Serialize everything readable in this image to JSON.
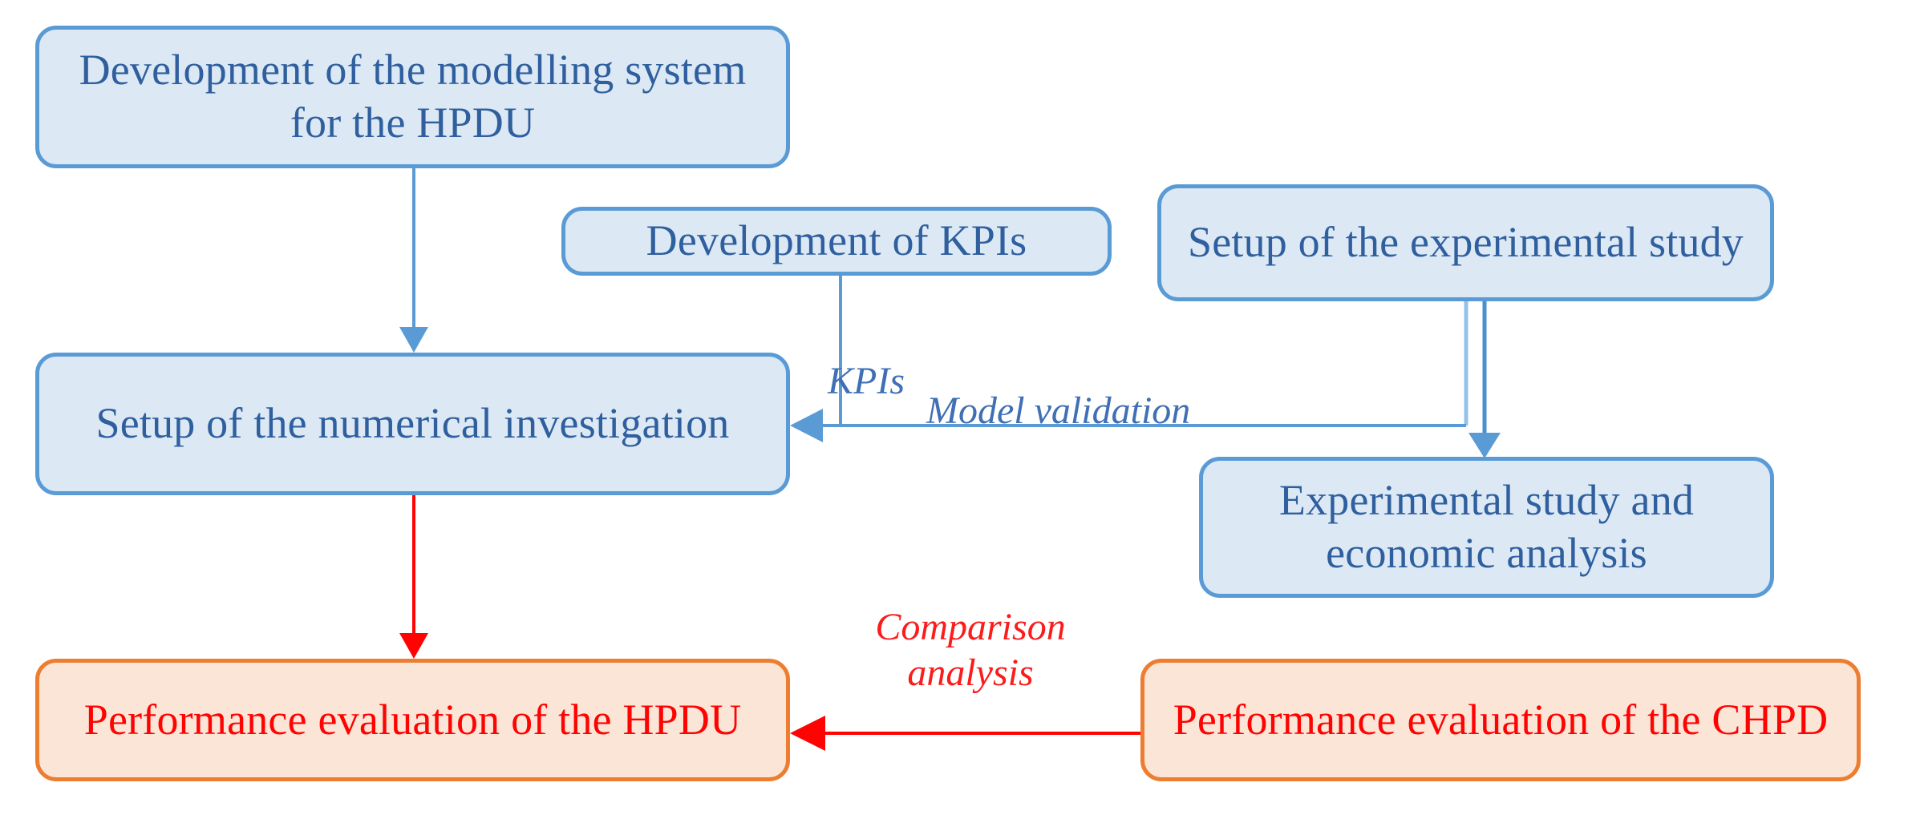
{
  "diagram": {
    "title": "Research methodology flowchart",
    "palette": {
      "blue_fill": "#dce9f5",
      "blue_border": "#5b9bd5",
      "blue_text": "#2f5f9e",
      "orange_fill": "#fbe5d6",
      "orange_border": "#ed7d31",
      "red_text": "#ff0202",
      "background": "#ffffff"
    },
    "nodes": [
      {
        "id": "modelling",
        "label": "Development of the modelling\nsystem for the HPDU",
        "style": "blue"
      },
      {
        "id": "kpis",
        "label": "Development of KPIs",
        "style": "blue"
      },
      {
        "id": "setup_exp",
        "label": "Setup of the\nexperimental study",
        "style": "blue"
      },
      {
        "id": "numerical",
        "label": "Setup of the numerical\ninvestigation",
        "style": "blue"
      },
      {
        "id": "exp_study",
        "label": "Experimental study\nand economic analysis",
        "style": "blue"
      },
      {
        "id": "perf_hpdu",
        "label": "Performance evaluation of the\nHPDU",
        "style": "orange"
      },
      {
        "id": "perf_chpd",
        "label": "Performance evaluation of the\nCHPD",
        "style": "orange"
      }
    ],
    "edge_labels": {
      "kpis": "KPIs",
      "model_validation": "Model validation",
      "comparison": "Comparison\nanalysis"
    },
    "edges": [
      {
        "from": "modelling",
        "to": "numerical",
        "label": "",
        "color": "#5b9bd5",
        "arrow": true
      },
      {
        "from": "kpis",
        "to": "numerical",
        "label": "KPIs",
        "color": "#5b9bd5",
        "arrow": true
      },
      {
        "from": "setup_exp",
        "to": "numerical",
        "label": "Model validation",
        "color": "#5b9bd5",
        "arrow": true
      },
      {
        "from": "setup_exp",
        "to": "exp_study",
        "label": "",
        "color": "#5b9bd5",
        "arrow": true
      },
      {
        "from": "numerical",
        "to": "perf_hpdu",
        "label": "",
        "color": "#ff0202",
        "arrow": true
      },
      {
        "from": "perf_chpd",
        "to": "perf_hpdu",
        "label": "Comparison analysis",
        "color": "#ff0202",
        "arrow": true
      }
    ]
  }
}
